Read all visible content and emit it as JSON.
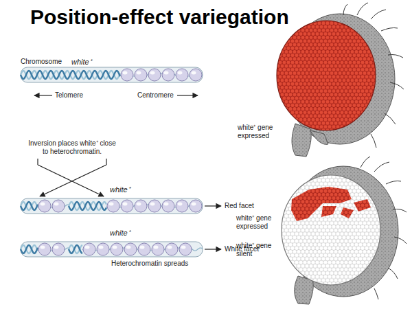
{
  "diagram": {
    "title": "Position-effect variegation",
    "labels": [
      "Chromosome",
      "white⁺",
      "Telomere",
      "Centromere",
      "white⁺ gene expressed",
      "Inversion places white⁺ close to heterochromatin.",
      "white⁺",
      "Red facet",
      "white⁺",
      "White facet",
      "Heterochromatin spreads",
      "white⁺ gene expressed",
      "white⁺ gene silent"
    ]
  }
}
